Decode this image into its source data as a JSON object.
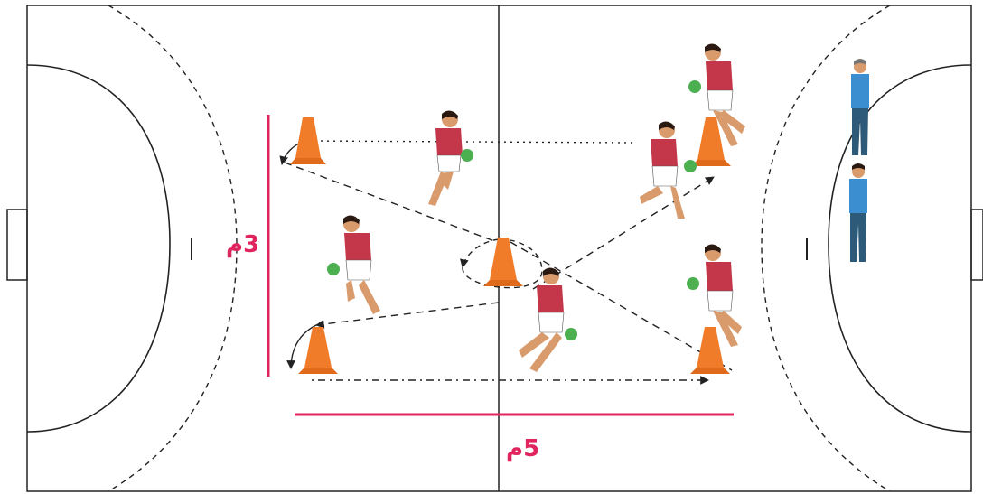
{
  "measurements": {
    "vertical_label": "3م",
    "horizontal_label": "5م"
  },
  "colors": {
    "court_lines": "#222222",
    "measure_lines": "#e0245e",
    "cone": "#f07c2a",
    "player_shirt": "#c4374a",
    "player_shorts": "#ffffff",
    "coach_shirt": "#3b8fd1",
    "coach_pants": "#2d5a78",
    "ball": "#4caf50",
    "skin": "#d99a6c",
    "hair": "#2a1a12"
  },
  "icons": {
    "cone": "cone-icon",
    "player": "player-figure",
    "coach": "coach-figure",
    "ball": "ball-icon"
  }
}
